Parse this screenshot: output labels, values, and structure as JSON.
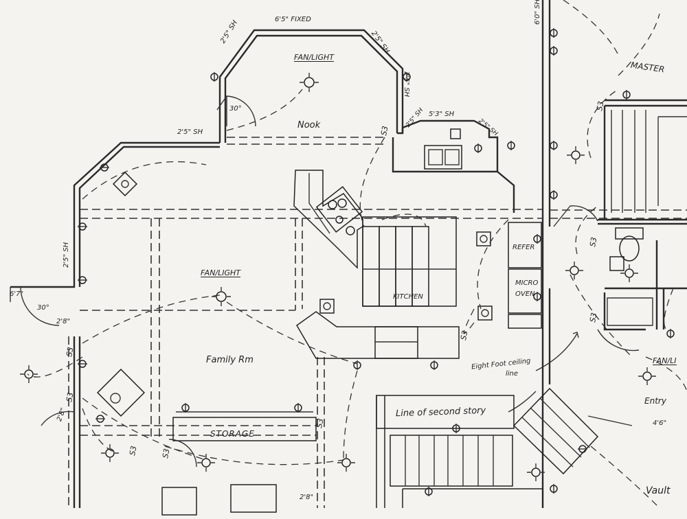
{
  "rooms": {
    "nook": "Nook",
    "family_rm": "Family Rm",
    "storage": "STORAGE",
    "master": "MASTER",
    "entry": "Entry",
    "vault": "Vault"
  },
  "appliances": {
    "refer": "REFER",
    "micro": "MICRO",
    "oven": "OVEN"
  },
  "annotations": {
    "fan_light_nook": "FAN/LIGHT",
    "fan_light_family": "FAN/LIGHT",
    "fan_light_entry": "FAN/LI",
    "line_second_story": "Line of second story",
    "eight_foot_ceiling": "Eight Foot ceiling",
    "eight_foot_ceiling_2": "line",
    "kitchen": "KITCHEN"
  },
  "windows": {
    "top_fixed": "6'5\" FIXED",
    "nook_left": "2'5\" SH",
    "nook_angle_left": "2'5\" SH",
    "nook_angle_right": "2'5\" SH",
    "nook_right": "2'5\" SH",
    "sink_center": "5'3\" SH",
    "sink_left": "2'5\" SH",
    "sink_right": "2'5\" SH",
    "family_left": "2'5\" SH",
    "upper_right": "6'0\" SH"
  },
  "dimensions": {
    "nook_angle": "30°",
    "door_angle": "30°",
    "door_left": "2'8\"",
    "door_lower_left": "2'8\"",
    "door_bottom": "2'8\"",
    "entry_door": "4'6\"",
    "window_left_edge": "6'7\""
  },
  "electrical": {
    "switch_marks": [
      "S3",
      "S3",
      "S3",
      "S3",
      "S3",
      "S3",
      "S3",
      "S3",
      "S3",
      "S3"
    ]
  },
  "fixtures": {
    "sink_double": "double-sink",
    "cooktop": "cooktop",
    "toilet": "toilet",
    "stairs": "stairs"
  }
}
